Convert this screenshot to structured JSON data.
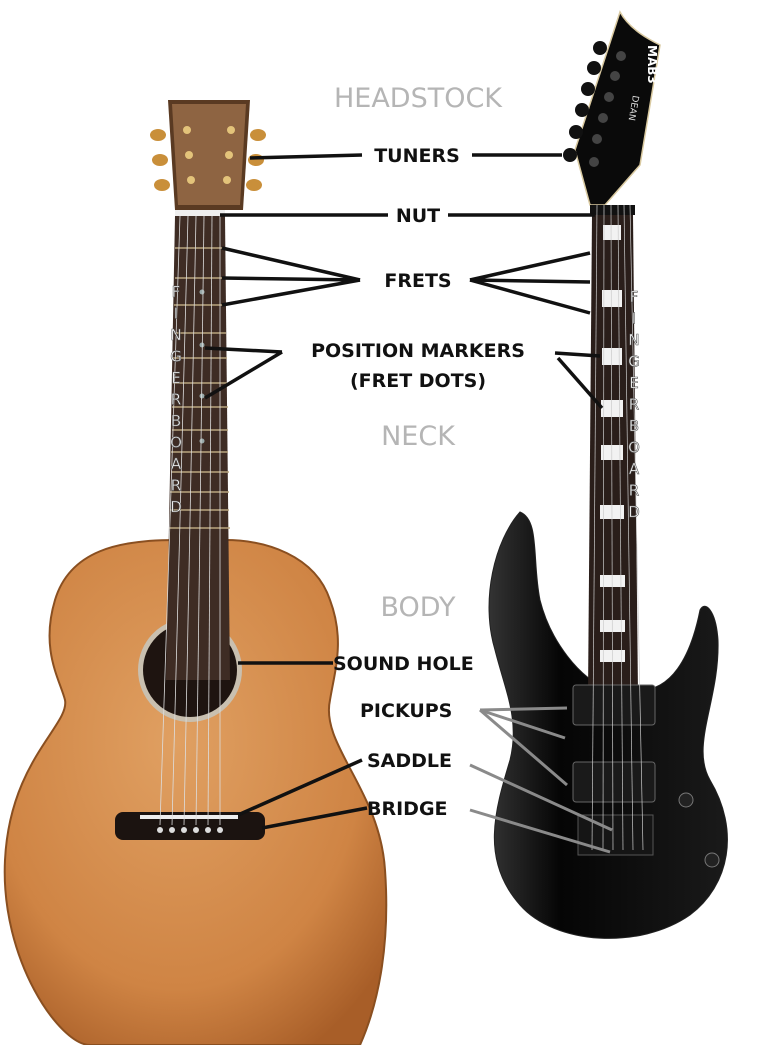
{
  "sections": {
    "headstock": "HEADSTOCK",
    "neck": "NECK",
    "body": "BODY"
  },
  "labels": {
    "tuners": "TUNERS",
    "nut": "NUT",
    "frets": "FRETS",
    "position_markers": "POSITION MARKERS",
    "fret_dots": "(FRET DOTS)",
    "sound_hole": "SOUND HOLE",
    "pickups": "PICKUPS",
    "saddle": "SADDLE",
    "bridge": "BRIDGE"
  },
  "fingerboard_letters": [
    "F",
    "I",
    "N",
    "G",
    "E",
    "R",
    "B",
    "O",
    "A",
    "R",
    "D"
  ],
  "logo": {
    "model": "MAB3",
    "brand": "DEAN"
  },
  "colors": {
    "acoustic_top": "#d7904f",
    "fretboard": "#3e2c24",
    "electric_body": "#0a0a0a",
    "leader_black": "#111111",
    "leader_gray": "#8a8a8a"
  }
}
